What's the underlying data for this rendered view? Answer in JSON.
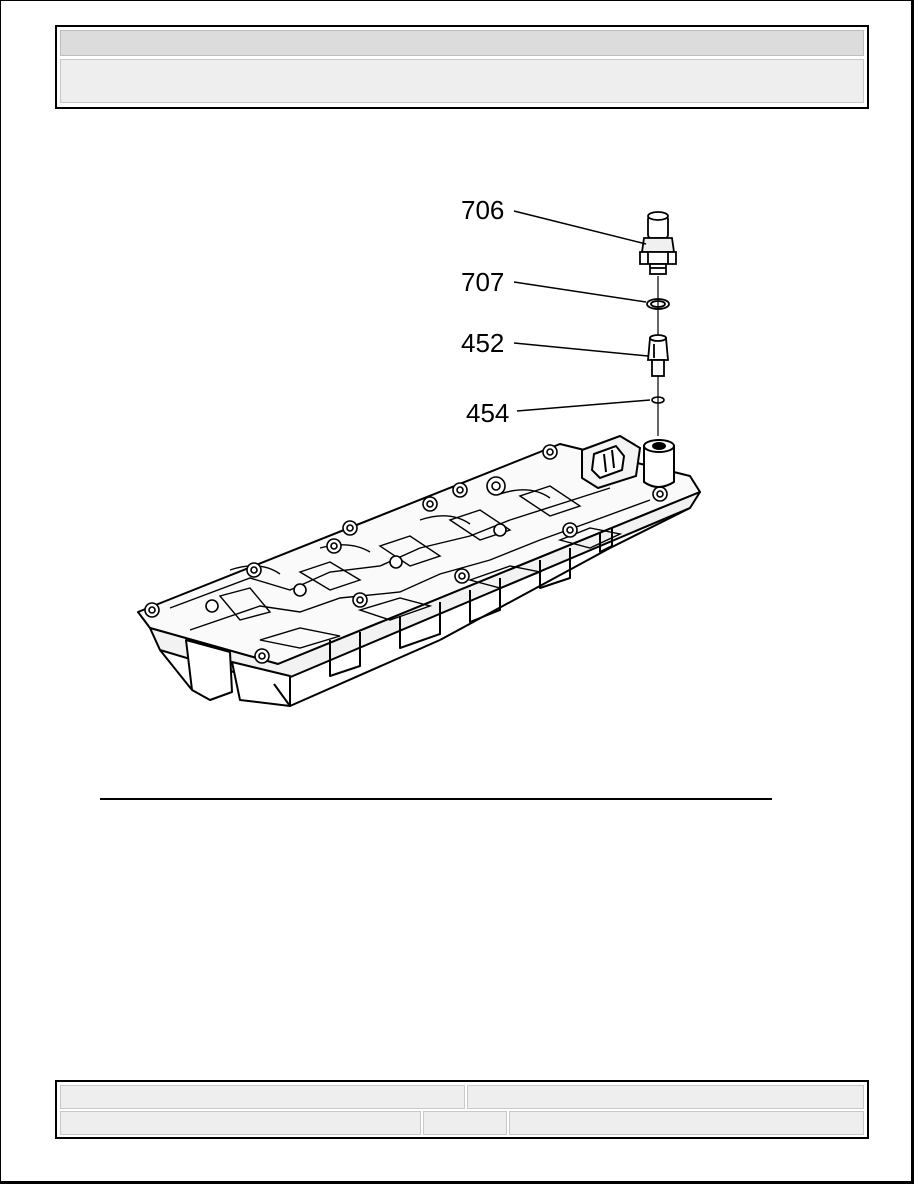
{
  "figure": {
    "callouts": [
      {
        "id": "c706",
        "label": "706",
        "part": "pressure-sensor"
      },
      {
        "id": "c707",
        "label": "707",
        "part": "o-ring-upper"
      },
      {
        "id": "c452",
        "label": "452",
        "part": "fitting"
      },
      {
        "id": "c454",
        "label": "454",
        "part": "o-ring-lower"
      }
    ]
  },
  "colors": {
    "header_top": "#dcdcdc",
    "header_band": "#eeeeee",
    "border": "#000000"
  }
}
